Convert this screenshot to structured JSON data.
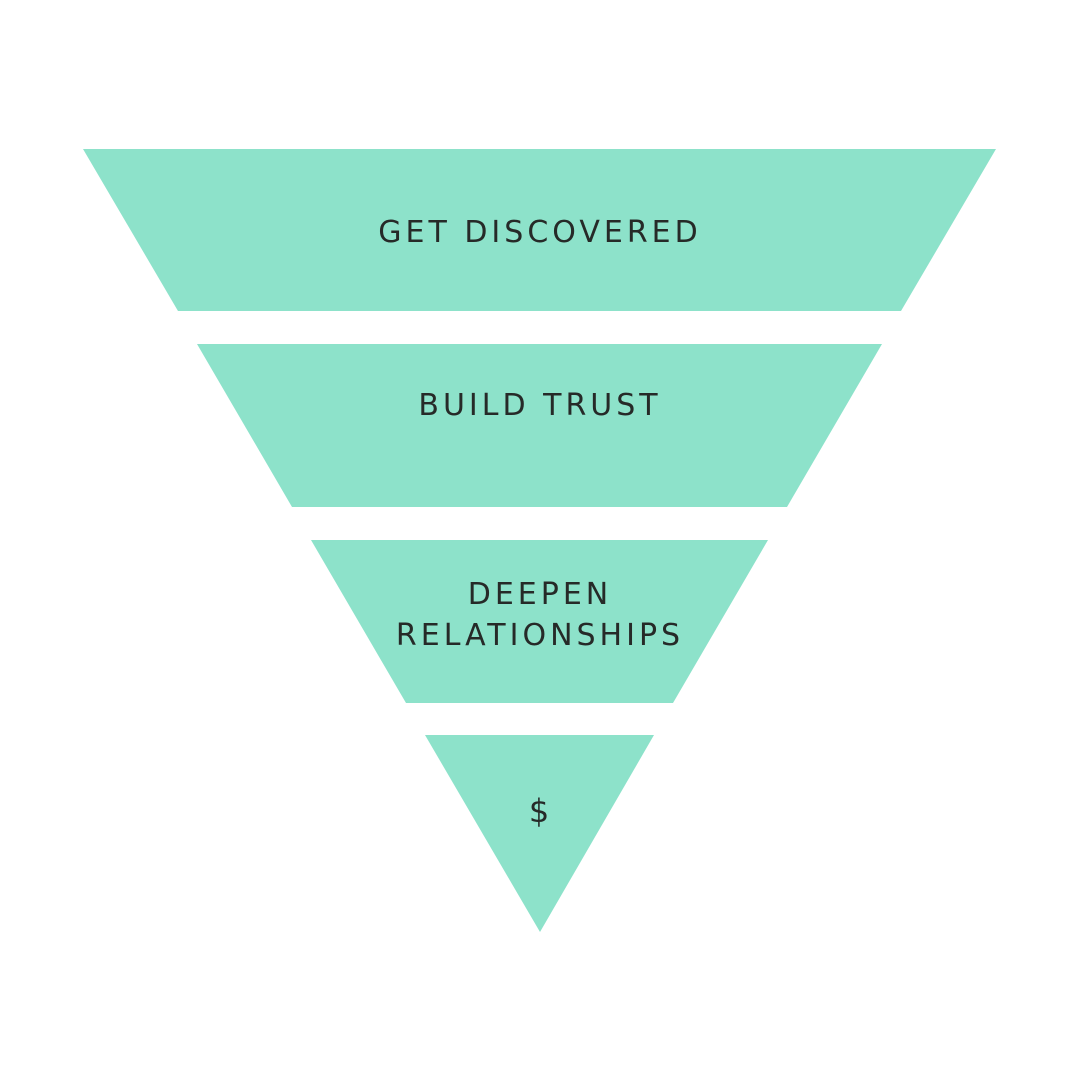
{
  "diagram": {
    "fill_color": "#8de2ca",
    "text_color": "#262a28",
    "background_color": "#ffffff",
    "stages": [
      {
        "id": "get-discovered",
        "lines": [
          "GET DISCOVERED"
        ]
      },
      {
        "id": "build-trust",
        "lines": [
          "BUILD TRUST"
        ]
      },
      {
        "id": "deepen-relationships",
        "lines": [
          "DEEPEN",
          "RELATIONSHIPS"
        ]
      },
      {
        "id": "money",
        "lines": [
          "$"
        ]
      }
    ]
  }
}
